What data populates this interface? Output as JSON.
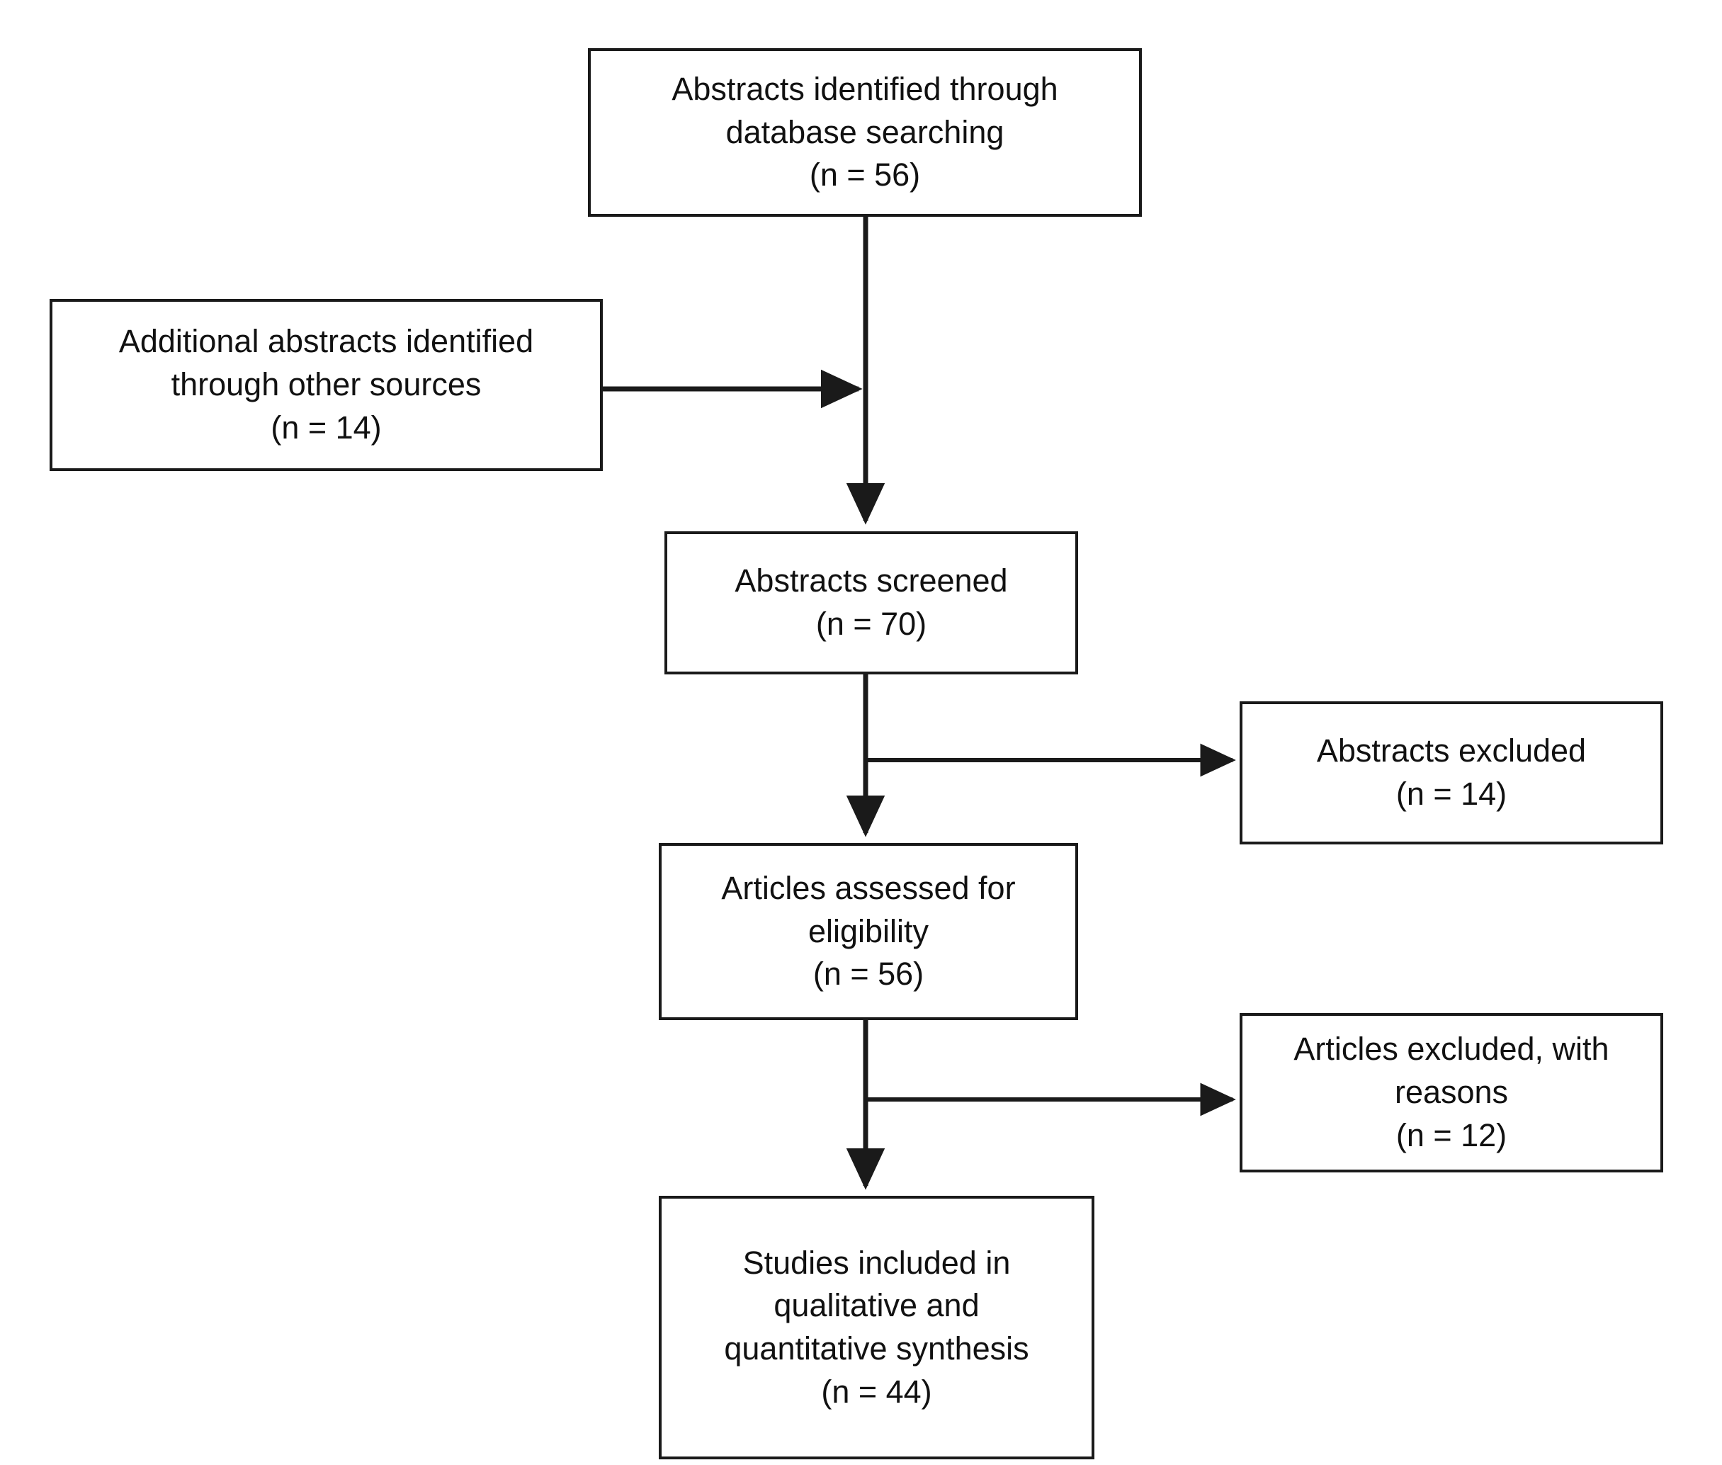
{
  "diagram": {
    "type": "prisma-flow-diagram",
    "title": "",
    "stroke_color": "#1a1a1a",
    "text_color": "#111111",
    "background": "#ffffff",
    "nodes": [
      {
        "id": "identified",
        "lines": [
          "Abstracts identified through",
          "database searching",
          "(n = 56)"
        ],
        "n": 56
      },
      {
        "id": "additional",
        "lines": [
          "Additional abstracts identified",
          "through other sources",
          "(n = 14)"
        ],
        "n": 14
      },
      {
        "id": "screened",
        "lines": [
          "Abstracts screened",
          "(n = 70)"
        ],
        "n": 70
      },
      {
        "id": "abstracts_excluded",
        "lines": [
          "Abstracts excluded",
          "(n = 14)"
        ],
        "n": 14
      },
      {
        "id": "assessed",
        "lines": [
          "Articles assessed for",
          "eligibility",
          "(n = 56)"
        ],
        "n": 56
      },
      {
        "id": "articles_excluded",
        "lines": [
          "Articles excluded, with",
          "reasons",
          "(n = 12)"
        ],
        "n": 12
      },
      {
        "id": "included",
        "lines": [
          "Studies included in",
          "qualitative and",
          "quantitative synthesis",
          "(n = 44)"
        ],
        "n": 44
      }
    ],
    "edges": [
      {
        "id": "identified-to-screened",
        "from": "identified",
        "to": "screened",
        "direction": "down"
      },
      {
        "id": "additional-to-trunk",
        "from": "additional",
        "to": "trunk",
        "direction": "right"
      },
      {
        "id": "screened-to-assessed",
        "from": "screened",
        "to": "assessed",
        "direction": "down"
      },
      {
        "id": "screened-to-abstracts-excluded",
        "from": "screened",
        "to": "abstracts_excluded",
        "direction": "right"
      },
      {
        "id": "assessed-to-included",
        "from": "assessed",
        "to": "included",
        "direction": "down"
      },
      {
        "id": "assessed-to-articles-excluded",
        "from": "assessed",
        "to": "articles_excluded",
        "direction": "right"
      }
    ]
  }
}
